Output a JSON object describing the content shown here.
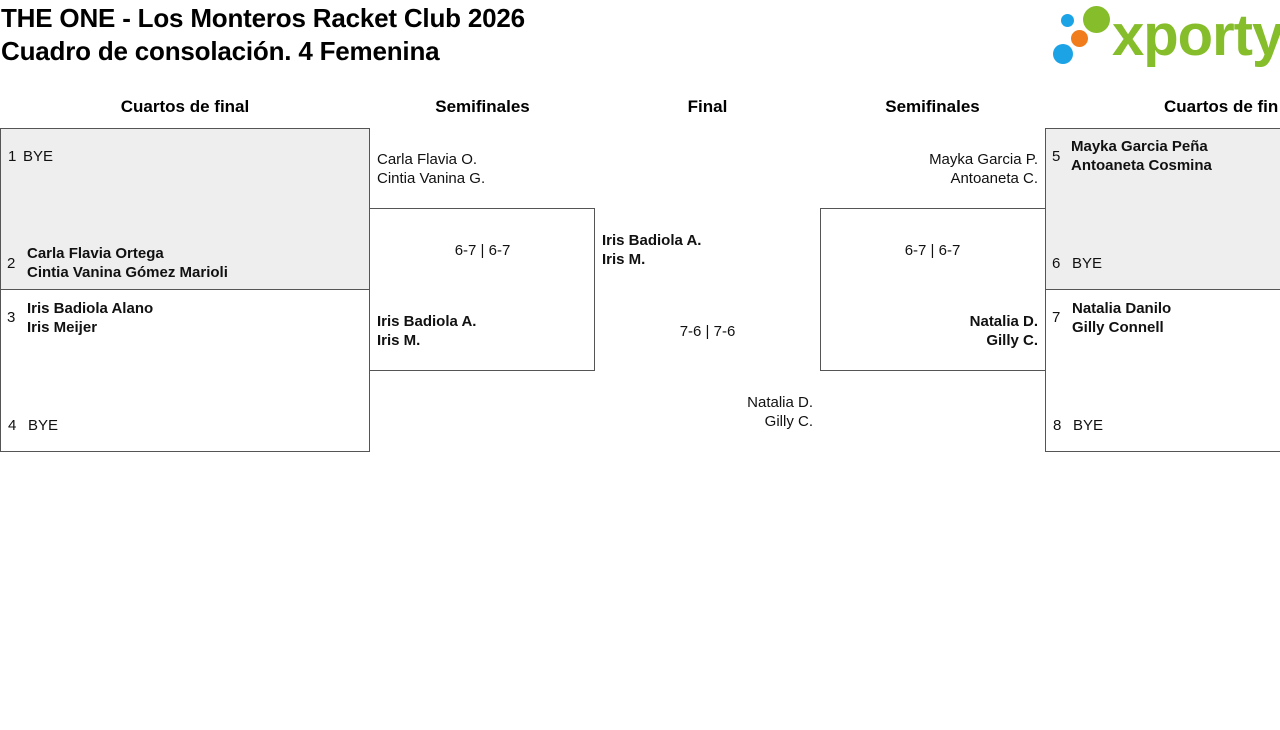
{
  "header": {
    "title_line1": "THE ONE - Los Monteros Racket Club 2026",
    "title_line2": "Cuadro de consolación. 4 Femenina"
  },
  "logo": {
    "text": "xporty",
    "colors": {
      "green": "#86bd2a",
      "blue": "#1ba3e6",
      "orange": "#f07c1b"
    }
  },
  "rounds": {
    "left_quarter": "Cuartos de final",
    "left_semi": "Semifinales",
    "final": "Final",
    "right_semi": "Semifinales",
    "right_quarter": "Cuartos de fin"
  },
  "left_quarters": {
    "seed1": {
      "number": "1",
      "team": "BYE"
    },
    "seed2": {
      "number": "2",
      "player1": "Carla Flavia Ortega",
      "player2": "Cintia Vanina Gómez Marioli"
    },
    "seed3": {
      "number": "3",
      "player1": "Iris Badiola Alano",
      "player2": "Iris Meijer"
    },
    "seed4": {
      "number": "4",
      "team": "BYE"
    }
  },
  "left_semi": {
    "top_player1": "Carla Flavia O.",
    "top_player2": "Cintia Vanina G.",
    "score": "6-7 | 6-7",
    "bottom_player1": "Iris Badiola A.",
    "bottom_player2": "Iris M."
  },
  "final": {
    "top_player1": "Iris Badiola A.",
    "top_player2": "Iris M.",
    "score": "7-6 | 7-6",
    "bottom_player1": "Natalia D.",
    "bottom_player2": "Gilly C."
  },
  "right_semi": {
    "top_player1": "Mayka Garcia P.",
    "top_player2": "Antoaneta C.",
    "score": "6-7 | 6-7",
    "bottom_player1": "Natalia D.",
    "bottom_player2": "Gilly C."
  },
  "right_quarters": {
    "seed5": {
      "number": "5",
      "player1": "Mayka Garcia Peña",
      "player2": "Antoaneta Cosmina"
    },
    "seed6": {
      "number": "6",
      "team": "BYE"
    },
    "seed7": {
      "number": "7",
      "player1": "Natalia Danilo",
      "player2": "Gilly Connell"
    },
    "seed8": {
      "number": "8",
      "team": "BYE"
    }
  }
}
